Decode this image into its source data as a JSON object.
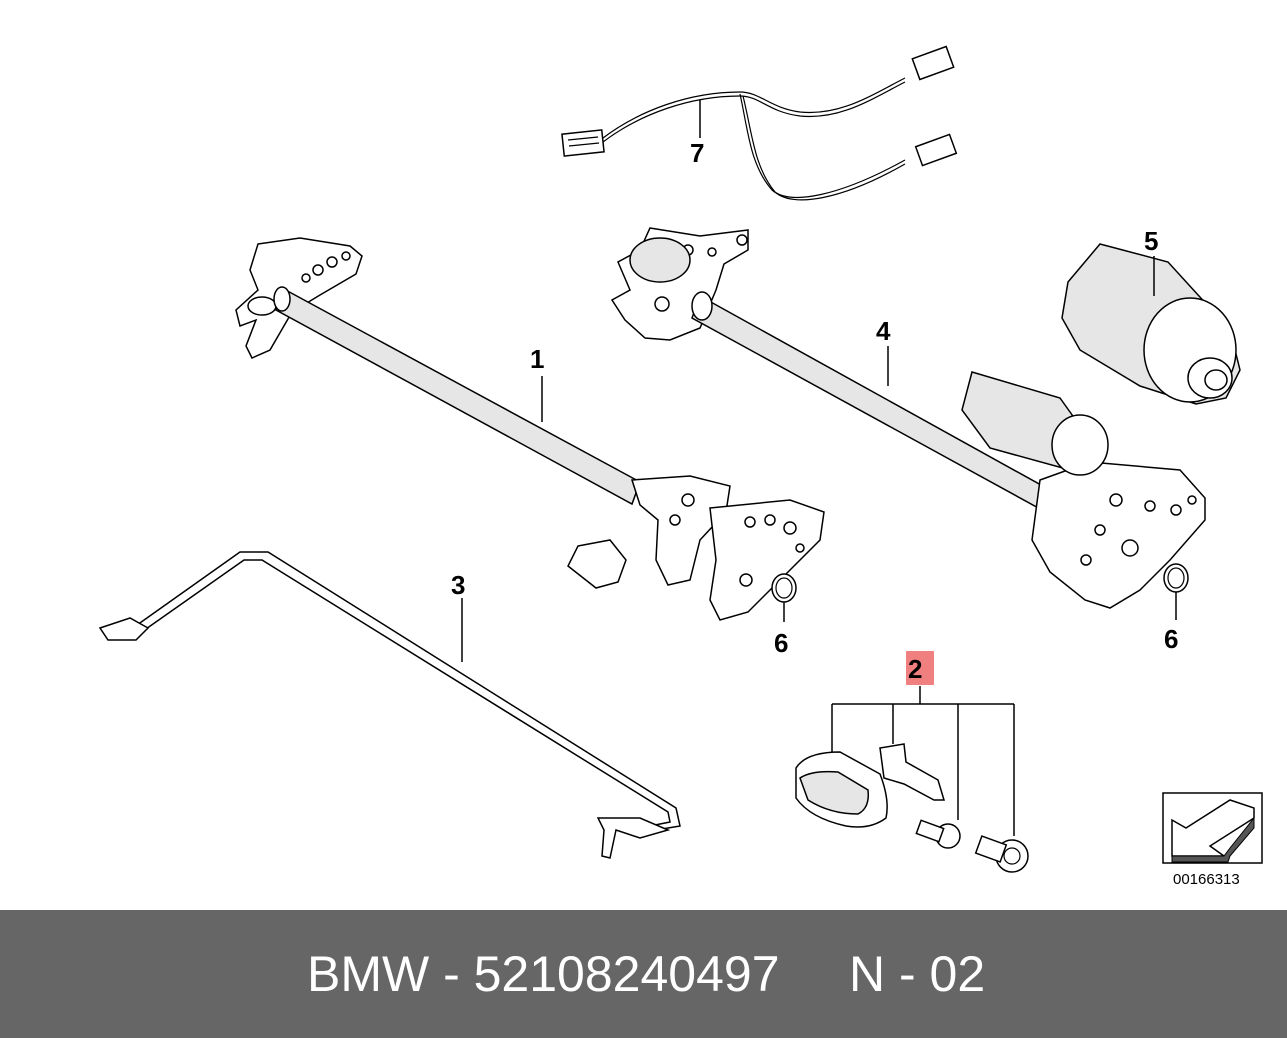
{
  "callouts": {
    "c1": "1",
    "c2": "2",
    "c3": "3",
    "c4": "4",
    "c5": "5",
    "c6a": "6",
    "c6b": "6",
    "c7": "7"
  },
  "highlight_color": "#f08080",
  "reference_number": "00166313",
  "footer": {
    "text": "BMW - 52108240497     N - 02",
    "background": "#666666"
  }
}
